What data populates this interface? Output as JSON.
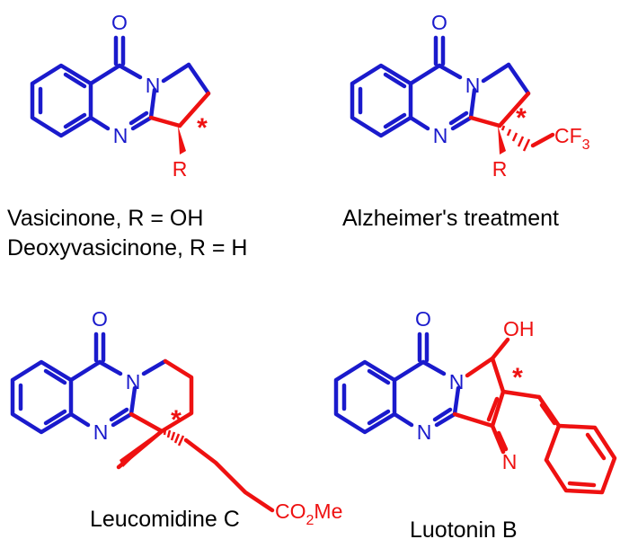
{
  "colors": {
    "core": "#1a1acc",
    "highlight": "#ee1111",
    "text": "#000000"
  },
  "molecules": [
    {
      "id": "vasicinone",
      "captions": [
        "Vasicinone, R = OH",
        "Deoxyvasicinone, R = H"
      ],
      "atoms": {
        "O": "O",
        "N1": "N",
        "N2": "N",
        "R": "R",
        "star": "*"
      }
    },
    {
      "id": "alzheimer",
      "captions": [
        "Alzheimer's treatment"
      ],
      "atoms": {
        "O": "O",
        "N1": "N",
        "N2": "N",
        "R": "R",
        "star": "*",
        "cf3_main": "CF",
        "cf3_sub": "3"
      }
    },
    {
      "id": "leucomidine",
      "captions": [
        "Leucomidine C"
      ],
      "atoms": {
        "O": "O",
        "N1": "N",
        "N2": "N",
        "star": "*",
        "ester_a": "CO",
        "ester_sub": "2",
        "ester_b": "Me"
      }
    },
    {
      "id": "luotonin",
      "captions": [
        "Luotonin B"
      ],
      "atoms": {
        "O": "O",
        "N1": "N",
        "N2": "N",
        "N3": "N",
        "OH": "OH",
        "star": "*"
      }
    }
  ]
}
